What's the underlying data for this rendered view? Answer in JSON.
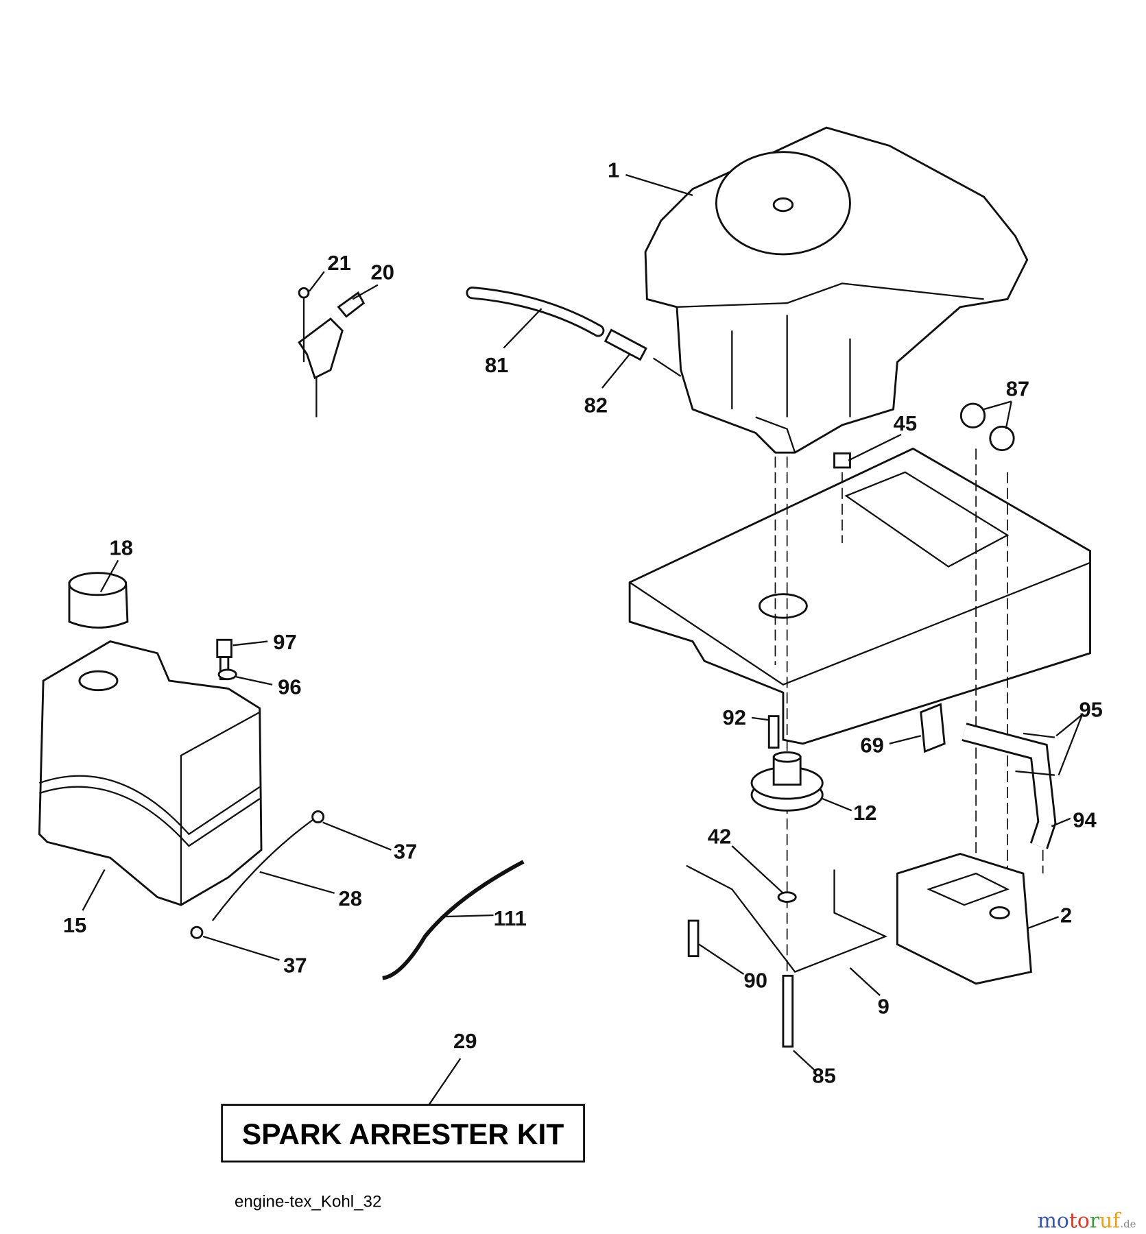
{
  "diagram": {
    "callouts": [
      {
        "id": "c1",
        "text": "1"
      },
      {
        "id": "c21",
        "text": "21"
      },
      {
        "id": "c20",
        "text": "20"
      },
      {
        "id": "c81",
        "text": "81"
      },
      {
        "id": "c82",
        "text": "82"
      },
      {
        "id": "c87",
        "text": "87"
      },
      {
        "id": "c45",
        "text": "45"
      },
      {
        "id": "c18",
        "text": "18"
      },
      {
        "id": "c97",
        "text": "97"
      },
      {
        "id": "c96",
        "text": "96"
      },
      {
        "id": "c92",
        "text": "92"
      },
      {
        "id": "c69",
        "text": "69"
      },
      {
        "id": "c95",
        "text": "95"
      },
      {
        "id": "c12",
        "text": "12"
      },
      {
        "id": "c94",
        "text": "94"
      },
      {
        "id": "c42",
        "text": "42"
      },
      {
        "id": "c37a",
        "text": "37"
      },
      {
        "id": "c28",
        "text": "28"
      },
      {
        "id": "c111",
        "text": "111"
      },
      {
        "id": "c15",
        "text": "15"
      },
      {
        "id": "c2",
        "text": "2"
      },
      {
        "id": "c90",
        "text": "90"
      },
      {
        "id": "c9",
        "text": "9"
      },
      {
        "id": "c37b",
        "text": "37"
      },
      {
        "id": "c85",
        "text": "85"
      },
      {
        "id": "c29",
        "text": "29"
      }
    ],
    "kit_label": "SPARK ARRESTER KIT",
    "footer_code": "engine-tex_Kohl_32",
    "watermark": "motoruf.de"
  }
}
